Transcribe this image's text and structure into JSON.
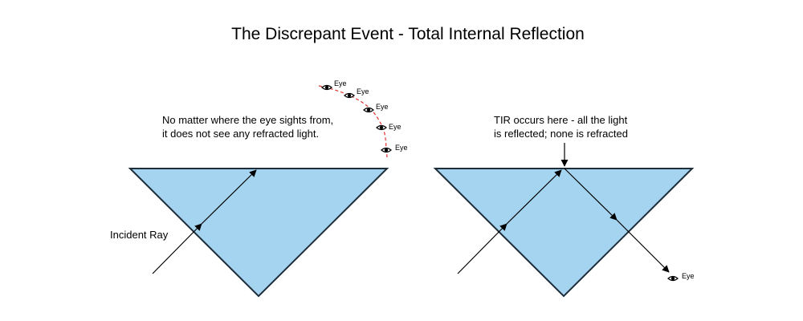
{
  "title": "The Discrepant Event - Total Internal Reflection",
  "colors": {
    "prism_fill": "#a5d4f0",
    "prism_stroke": "#1e2d3a",
    "ray": "#000000",
    "eye_path": "#e03030"
  },
  "left_panel": {
    "note_line1": "No matter where the eye sights from,",
    "note_line2": "it does not see any refracted light.",
    "incident_label": "Incident Ray",
    "eye_label": "Eye"
  },
  "right_panel": {
    "note_line1": "TIR occurs here - all the light",
    "note_line2": "is reflected; none is refracted",
    "eye_label": "Eye"
  },
  "icons": [
    "eye-icon",
    "arrow-icon"
  ]
}
